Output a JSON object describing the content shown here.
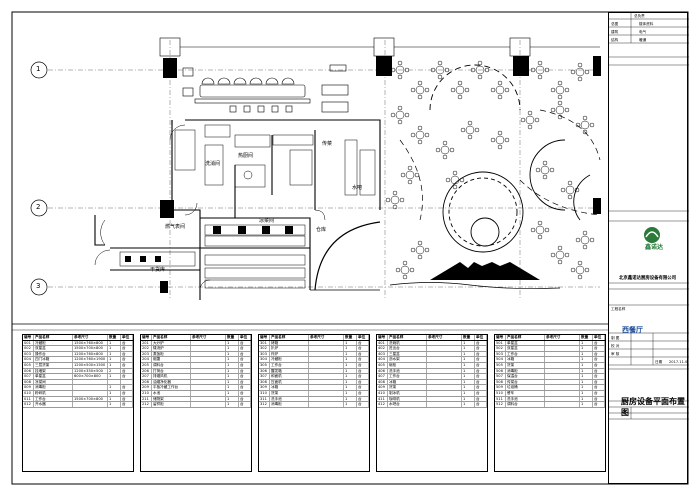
{
  "axis_labels": [
    "1",
    "2",
    "3"
  ],
  "rooms": {
    "main_cooking": "热厨间",
    "gas_meter": "燃气表间",
    "cold_room": "凉菜间",
    "warehouse": "仓库",
    "dry_goods": "干货库",
    "wash": "洗消间",
    "bar": "水吧",
    "pass": "传菜"
  },
  "title_block": {
    "top_rows": [
      {
        "label": "总负责",
        "value": ""
      },
      {
        "label": "总图",
        "value": "楼体资料"
      },
      {
        "label": "建筑",
        "value": "电气"
      },
      {
        "label": "结构",
        "value": "暖通"
      }
    ],
    "logo_text": "鑫诺达",
    "company": "北京鑫诺达厨房设备有限公司",
    "project_label": "工程名称",
    "project_name": "西餐厅",
    "drawing_title": "厨房设备平面布置图",
    "fields": [
      {
        "label": "制 图",
        "value": ""
      },
      {
        "label": "校 对",
        "value": ""
      },
      {
        "label": "审 核",
        "value": ""
      },
      {
        "label": "日期",
        "value": "2017.11.0"
      }
    ]
  },
  "tables": [
    {
      "headers": [
        "编号",
        "产品名称",
        "参考尺寸",
        "数量",
        "单位"
      ],
      "rows": [
        [
          "001",
          "冷藏柜",
          "1500×760×800",
          "1",
          "台"
        ],
        [
          "002",
          "双星盆",
          "1500×700×800",
          "1",
          "台"
        ],
        [
          "003",
          "操作台",
          "1200×760×800",
          "1",
          "台"
        ],
        [
          "004",
          "四门冰箱",
          "1200×760×1900",
          "1",
          "台"
        ],
        [
          "005",
          "三层货架",
          "1200×500×1500",
          "1",
          "台"
        ],
        [
          "006",
          "挂墙架",
          "1200×350×500",
          "2",
          "台"
        ],
        [
          "007",
          "单星盆",
          "600×700×800",
          "1",
          "台"
        ],
        [
          "008",
          "凉菜间",
          "",
          "",
          ""
        ],
        [
          "009",
          "消毒柜",
          "",
          "1",
          "台"
        ],
        [
          "010",
          "粉碎机",
          "",
          "1",
          "台"
        ],
        [
          "011",
          "工作台",
          "1500×700×800",
          "1",
          "台"
        ],
        [
          "012",
          "开水器",
          "",
          "1",
          "台"
        ]
      ]
    },
    {
      "headers": [
        "编号",
        "产品名称",
        "参考尺寸",
        "数量",
        "单位"
      ],
      "rows": [
        [
          "201",
          "大炒炉",
          "",
          "1",
          "台"
        ],
        [
          "202",
          "矮汤炉",
          "",
          "1",
          "台"
        ],
        [
          "203",
          "蒸饭柜",
          "",
          "1",
          "台"
        ],
        [
          "204",
          "烟罩",
          "",
          "1",
          "台"
        ],
        [
          "205",
          "调料台",
          "",
          "1",
          "台"
        ],
        [
          "206",
          "打荷台",
          "",
          "1",
          "台"
        ],
        [
          "207",
          "排烟风机",
          "",
          "1",
          "台"
        ],
        [
          "208",
          "油烟净化器",
          "",
          "1",
          "台"
        ],
        [
          "209",
          "平板冷藏工作台",
          "",
          "1",
          "台"
        ],
        [
          "210",
          "水池",
          "",
          "1",
          "台"
        ],
        [
          "211",
          "储物架",
          "",
          "1",
          "台"
        ],
        [
          "212",
          "留样柜",
          "",
          "1",
          "台"
        ]
      ]
    },
    {
      "headers": [
        "编号",
        "产品名称",
        "参考尺寸",
        "数量",
        "单位"
      ],
      "rows": [
        [
          "301",
          "烤箱",
          "",
          "1",
          "台"
        ],
        [
          "302",
          "扒炉",
          "",
          "1",
          "台"
        ],
        [
          "303",
          "炸炉",
          "",
          "1",
          "台"
        ],
        [
          "304",
          "冷藏柜",
          "",
          "1",
          "台"
        ],
        [
          "305",
          "工作台",
          "",
          "1",
          "台"
        ],
        [
          "306",
          "醒发箱",
          "",
          "1",
          "台"
        ],
        [
          "307",
          "和面机",
          "",
          "1",
          "台"
        ],
        [
          "308",
          "压面机",
          "",
          "1",
          "台"
        ],
        [
          "309",
          "冰箱",
          "",
          "1",
          "台"
        ],
        [
          "310",
          "货架",
          "",
          "1",
          "台"
        ],
        [
          "311",
          "洗手池",
          "",
          "1",
          "台"
        ],
        [
          "312",
          "消毒柜",
          "",
          "1",
          "台"
        ]
      ]
    },
    {
      "headers": [
        "编号",
        "产品名称",
        "参考尺寸",
        "数量",
        "单位"
      ],
      "rows": [
        [
          "401",
          "洗碗机",
          "",
          "1",
          "台"
        ],
        [
          "402",
          "进出台",
          "",
          "1",
          "台"
        ],
        [
          "403",
          "三星盆",
          "",
          "1",
          "台"
        ],
        [
          "404",
          "沥水架",
          "",
          "1",
          "台"
        ],
        [
          "405",
          "碗柜",
          "",
          "1",
          "台"
        ],
        [
          "406",
          "洗手池",
          "",
          "1",
          "台"
        ],
        [
          "407",
          "工作台",
          "",
          "1",
          "台"
        ],
        [
          "408",
          "冰箱",
          "",
          "1",
          "台"
        ],
        [
          "409",
          "货架",
          "",
          "1",
          "台"
        ],
        [
          "410",
          "制冰机",
          "",
          "1",
          "台"
        ],
        [
          "411",
          "咖啡机",
          "",
          "1",
          "台"
        ],
        [
          "412",
          "水吧台",
          "",
          "1",
          "台"
        ]
      ]
    },
    {
      "headers": [
        "编号",
        "产品名称",
        "参考尺寸",
        "数量",
        "单位"
      ],
      "rows": [
        [
          "501",
          "单星盆",
          "",
          "1",
          "台"
        ],
        [
          "502",
          "双星盆",
          "",
          "1",
          "台"
        ],
        [
          "503",
          "工作台",
          "",
          "1",
          "台"
        ],
        [
          "504",
          "冰箱",
          "",
          "1",
          "台"
        ],
        [
          "505",
          "货架",
          "",
          "1",
          "台"
        ],
        [
          "506",
          "消毒柜",
          "",
          "1",
          "台"
        ],
        [
          "507",
          "保温台",
          "",
          "1",
          "台"
        ],
        [
          "508",
          "传菜台",
          "",
          "1",
          "台"
        ],
        [
          "509",
          "垃圾桶",
          "",
          "1",
          "台"
        ],
        [
          "510",
          "餐车",
          "",
          "1",
          "台"
        ],
        [
          "511",
          "洗手池",
          "",
          "1",
          "台"
        ],
        [
          "512",
          "调料台",
          "",
          "1",
          "台"
        ]
      ]
    }
  ]
}
